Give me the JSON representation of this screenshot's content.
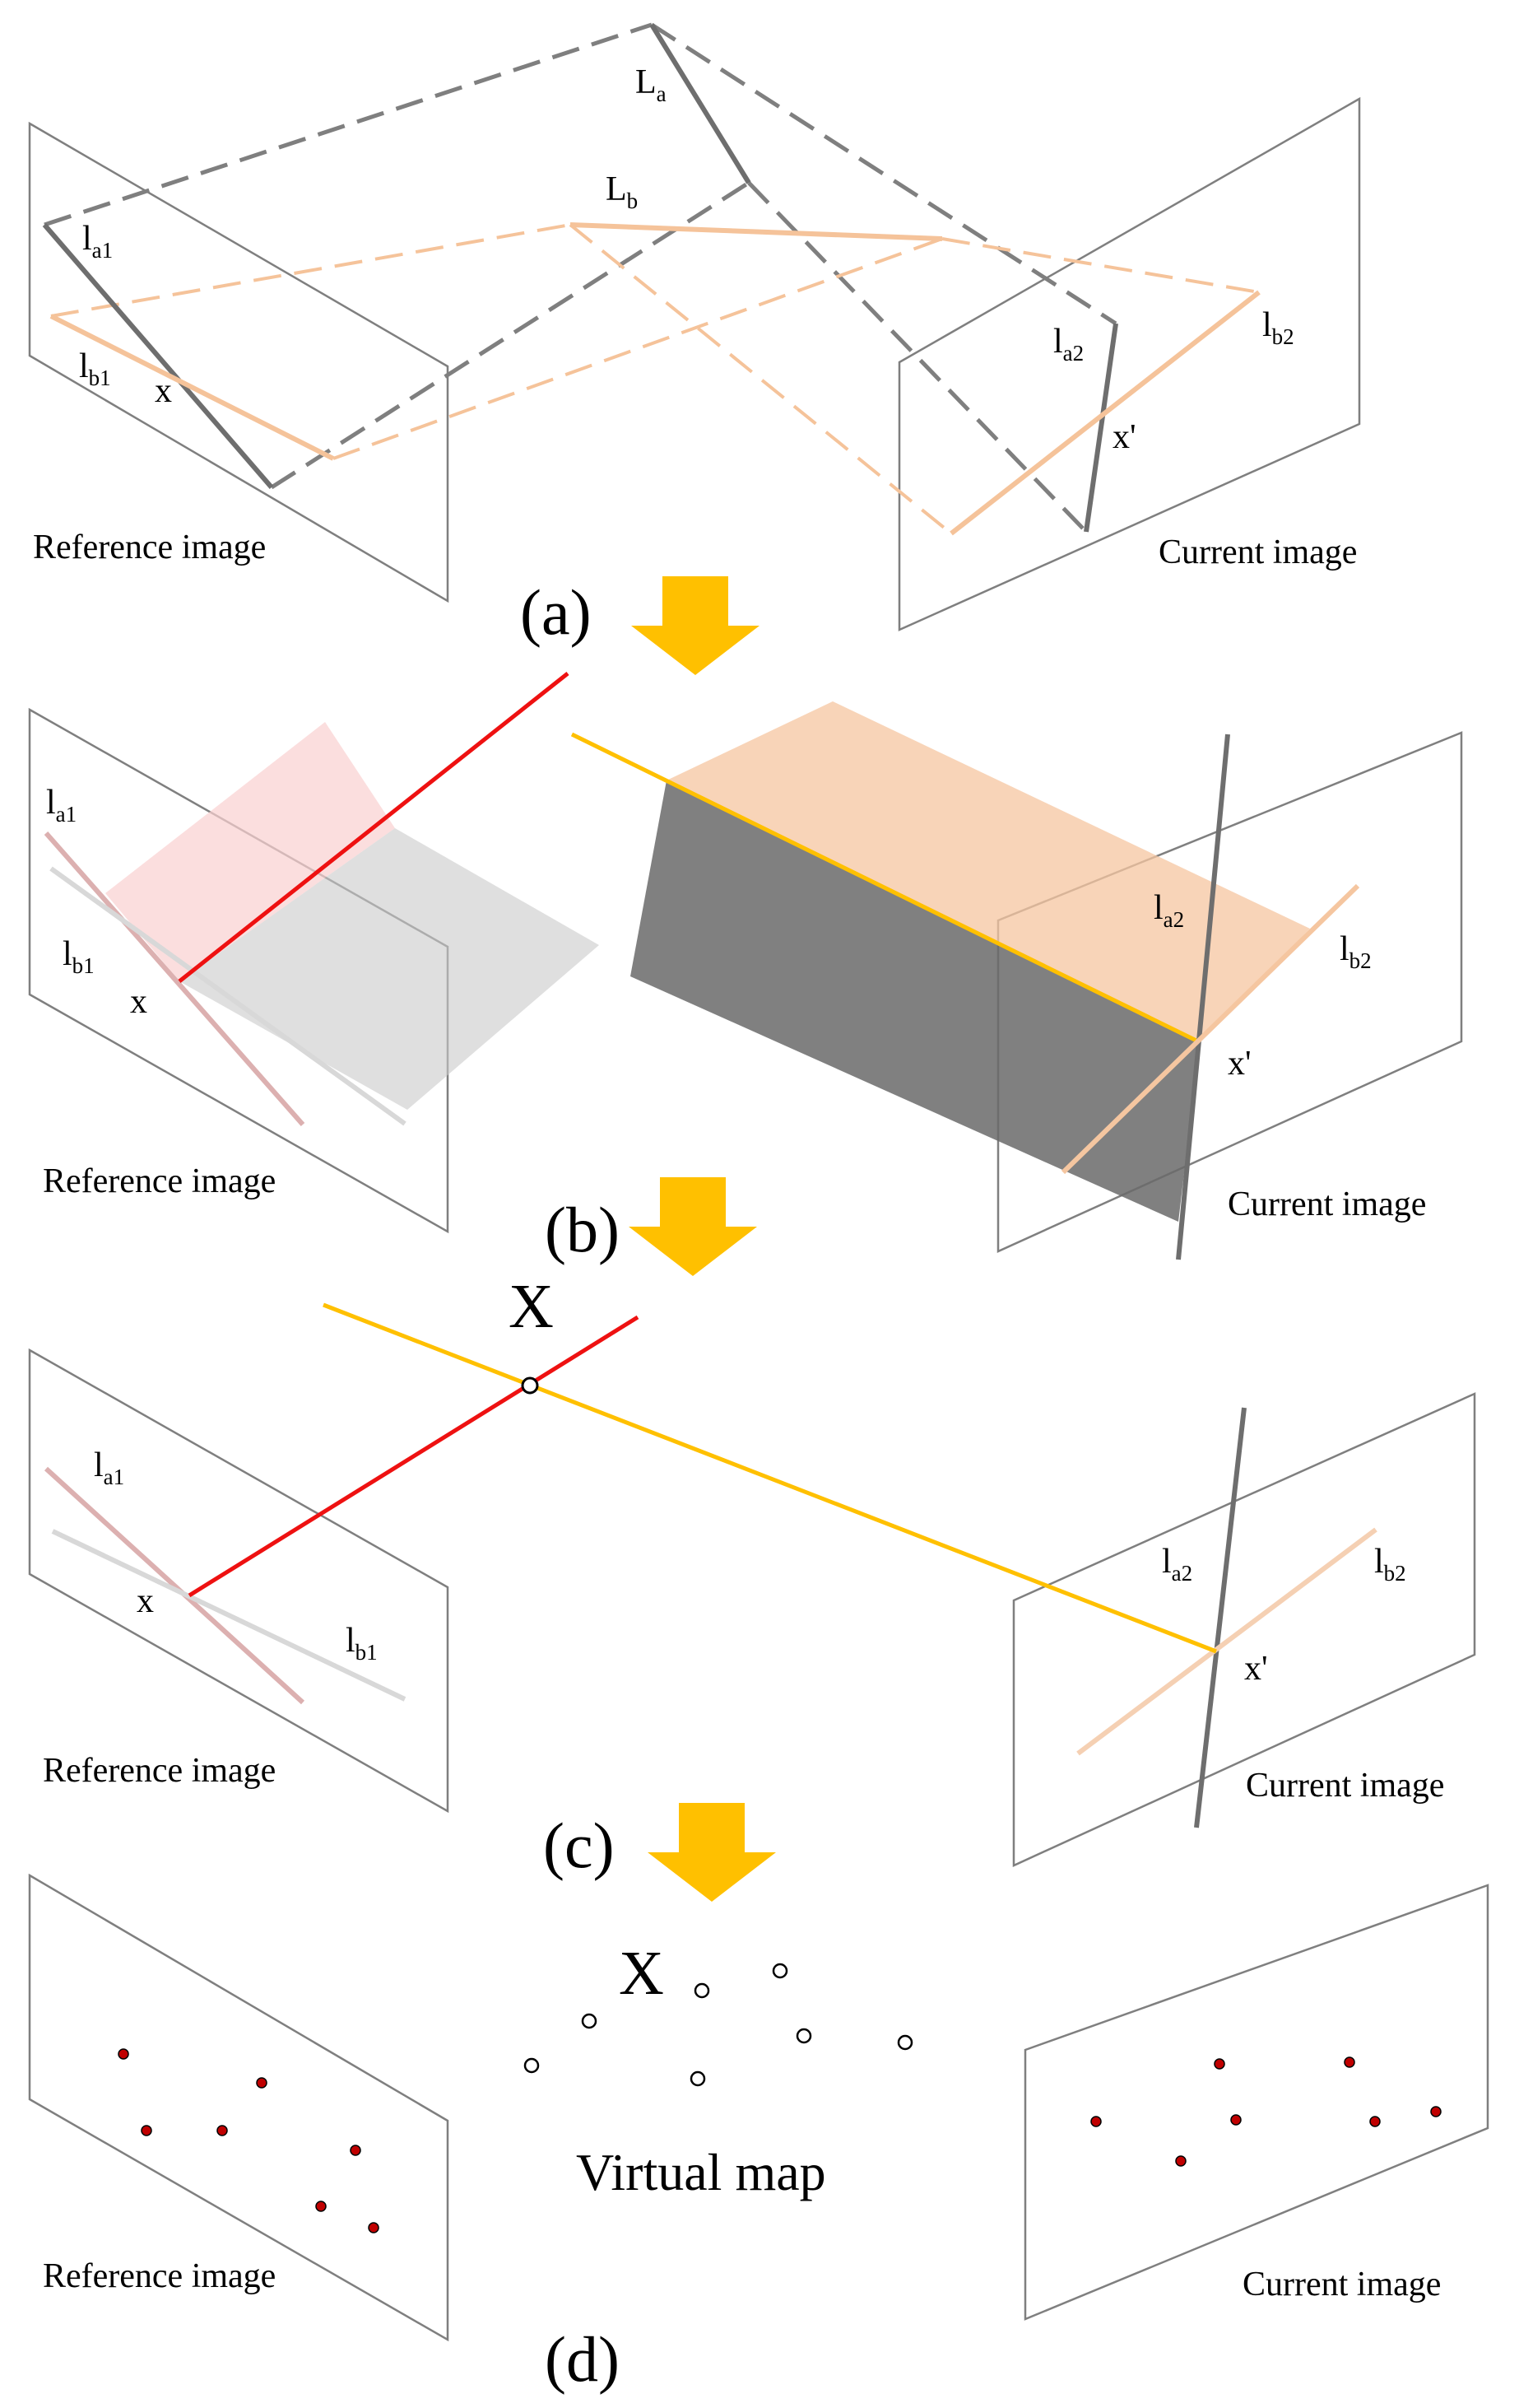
{
  "colors": {
    "frame": "#7f7f7f",
    "gray_line": "#6e6e6e",
    "orange_line": "#f5c39a",
    "red_ray": "#ee1111",
    "yellow_ray": "#ffc000",
    "arrow": "#ffc000",
    "feature_point": "#c00000"
  },
  "panel_a": {
    "caption": "(a)",
    "reference_label": "Reference image",
    "current_label": "Current image",
    "line_La": "L",
    "line_La_sub": "a",
    "line_Lb": "L",
    "line_Lb_sub": "b",
    "la1": "l",
    "la1_sub": "a1",
    "lb1": "l",
    "lb1_sub": "b1",
    "la2": "l",
    "la2_sub": "a2",
    "lb2": "l",
    "lb2_sub": "b2",
    "point_x": "x",
    "point_x_prime": "x'"
  },
  "panel_b": {
    "caption": "(b)",
    "reference_label": "Reference image",
    "current_label": "Current image",
    "la1": "l",
    "la1_sub": "a1",
    "lb1": "l",
    "lb1_sub": "b1",
    "la2": "l",
    "la2_sub": "a2",
    "lb2": "l",
    "lb2_sub": "b2",
    "point_x": "x",
    "point_x_prime": "x'"
  },
  "panel_c": {
    "caption": "(c)",
    "reference_label": "Reference image",
    "current_label": "Current image",
    "point_X": "X",
    "la1": "l",
    "la1_sub": "a1",
    "lb1": "l",
    "lb1_sub": "b1",
    "la2": "l",
    "la2_sub": "a2",
    "lb2": "l",
    "lb2_sub": "b2",
    "point_x": "x",
    "point_x_prime": "x'"
  },
  "panel_d": {
    "caption": "(d)",
    "reference_label": "Reference image",
    "current_label": "Current image",
    "map_label": "Virtual map",
    "point_X": "X"
  }
}
